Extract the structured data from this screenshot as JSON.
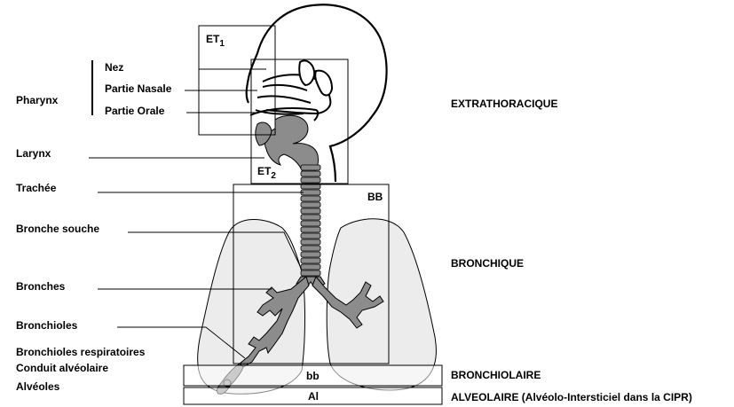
{
  "labels": {
    "nez": "Nez",
    "partie_nasale": "Partie Nasale",
    "partie_orale": "Partie Orale",
    "pharynx": "Pharynx",
    "larynx": "Larynx",
    "trachee": "Trachée",
    "bronche_souche": "Bronche souche",
    "bronches": "Bronches",
    "bronchioles": "Bronchioles",
    "bronchioles_respiratoires": "Bronchioles respiratoires",
    "conduit_alveolaire": "Conduit alvéolaire",
    "alveoles": "Alvéoles"
  },
  "boxes": {
    "et1_main": "ET",
    "et1_sub": "1",
    "et2_main": "ET",
    "et2_sub": "2",
    "bb_upper": "BB",
    "bb_lower": "bb",
    "al": "Al"
  },
  "zones": {
    "extrathoracique": "EXTRATHORACIQUE",
    "bronchique": "BRONCHIQUE",
    "bronchiolaire": "BRONCHIOLAIRE",
    "alveolaire": "ALVEOLAIRE (Alvéolo-Intersticiel dans la CIPR)"
  },
  "colors": {
    "lung_fill": "#ececec",
    "airway_fill": "#8c8c8c",
    "outline": "#000000"
  }
}
